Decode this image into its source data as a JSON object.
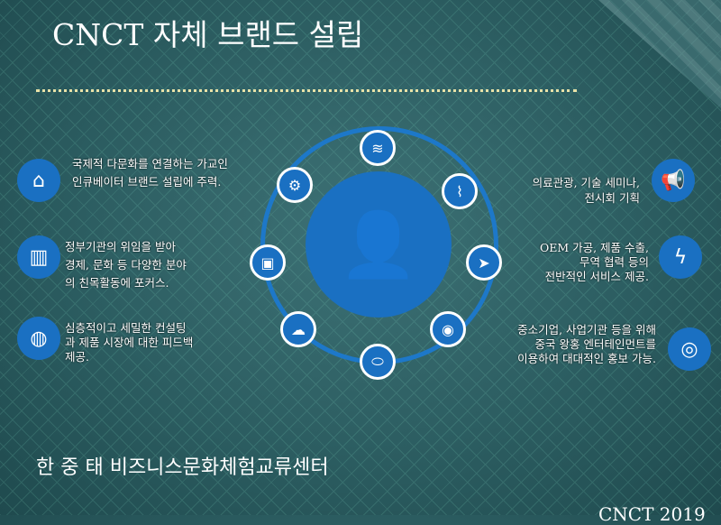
{
  "title": "CNCT 자체 브랜드 설립",
  "left": [
    {
      "icon": "home-icon",
      "glyph": "⌂",
      "lines": [
        "국제적 다문화를 연결하는 가교인",
        "인큐베이터 브랜드 설립에 주력."
      ]
    },
    {
      "icon": "map-icon",
      "glyph": "▥",
      "lines": [
        "정부기관의 위임을 받아",
        "경제, 문화 등 다양한 분야",
        "의 친목활동에 포커스."
      ]
    },
    {
      "icon": "globe-icon",
      "glyph": "◍",
      "lines": [
        "심층적이고 세밀한 컨설팅",
        "과 제품 시장에 대한 피드백",
        "제공."
      ]
    }
  ],
  "right": [
    {
      "icon": "megaphone-icon",
      "glyph": "📢",
      "lines": [
        "의료관광, 기술 세미나,",
        "전시회 기획"
      ]
    },
    {
      "icon": "battery-icon",
      "glyph": "ϟ",
      "lines": [
        "OEM 가공, 제품 수출,",
        "무역 협력 등의",
        "전반적인 서비스 제공."
      ]
    },
    {
      "icon": "lifebuoy-icon",
      "glyph": "◎",
      "lines": [
        "중소기업, 사업기관 등을 위해",
        "중국 왕홍 엔터테인먼트를",
        "이용하여 대대적인 홍보 가능."
      ]
    }
  ],
  "ring": {
    "center_icon": "user-icon",
    "center_glyph": "👤",
    "nodes": [
      {
        "icon": "layers-icon",
        "glyph": "≋"
      },
      {
        "icon": "gear-icon",
        "glyph": "⚙"
      },
      {
        "icon": "paperclip-icon",
        "glyph": "⌇"
      },
      {
        "icon": "briefcase-icon",
        "glyph": "▣"
      },
      {
        "icon": "send-icon",
        "glyph": "➤"
      },
      {
        "icon": "cloud-icon",
        "glyph": "☁"
      },
      {
        "icon": "eye-icon",
        "glyph": "◉"
      },
      {
        "icon": "pill-icon",
        "glyph": "⬭"
      }
    ]
  },
  "footer": "한 중 태 비즈니스문화체험교류센터",
  "copyright": "CNCT 2019"
}
